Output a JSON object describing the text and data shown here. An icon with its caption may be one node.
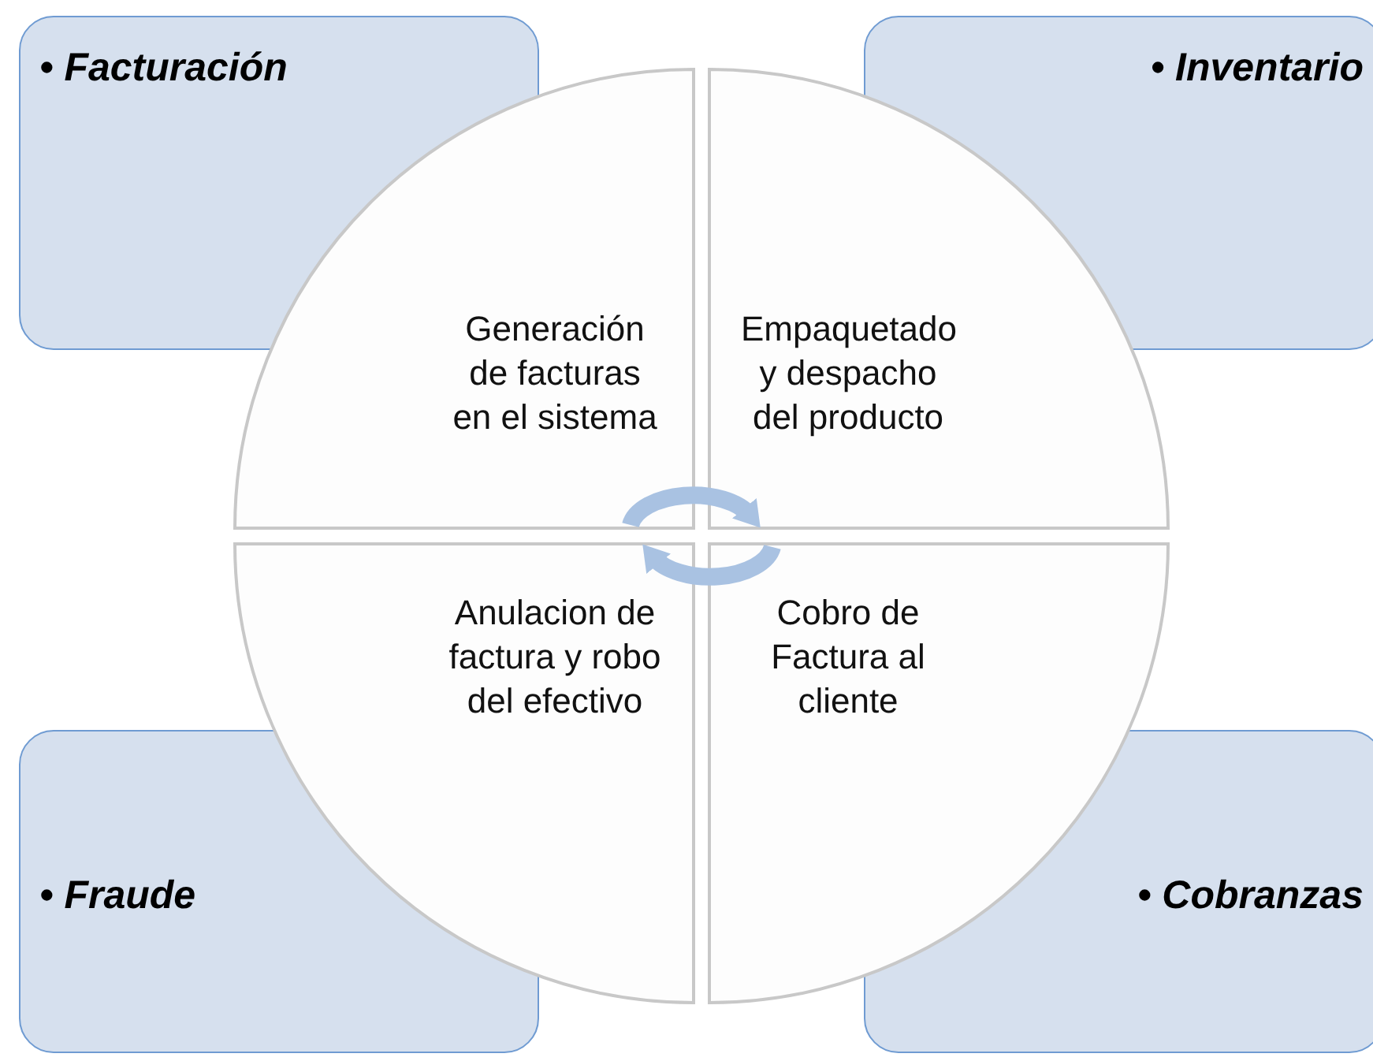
{
  "diagram": {
    "nodes": [
      {
        "text": [
          "• Facturación"
        ]
      },
      {
        "text": [
          "• Inventario"
        ]
      },
      {
        "text": [
          "Generación de facturas en el sistema"
        ]
      },
      {
        "text": [
          "Empaquetado y despacho del producto"
        ]
      },
      {
        "text": [
          "Anulacion de factura y robo del efectivo"
        ]
      },
      {
        "text": [
          "Cobro de Factura al cliente"
        ]
      },
      {
        "text": [
          "• Fraude"
        ]
      },
      {
        "text": [
          "• Cobranzas"
        ]
      }
    ],
    "edges": [
      {
        "from": 2,
        "to": 3,
        "arrow": "to"
      },
      {
        "from": 5,
        "to": 4,
        "arrow": "to"
      }
    ]
  }
}
